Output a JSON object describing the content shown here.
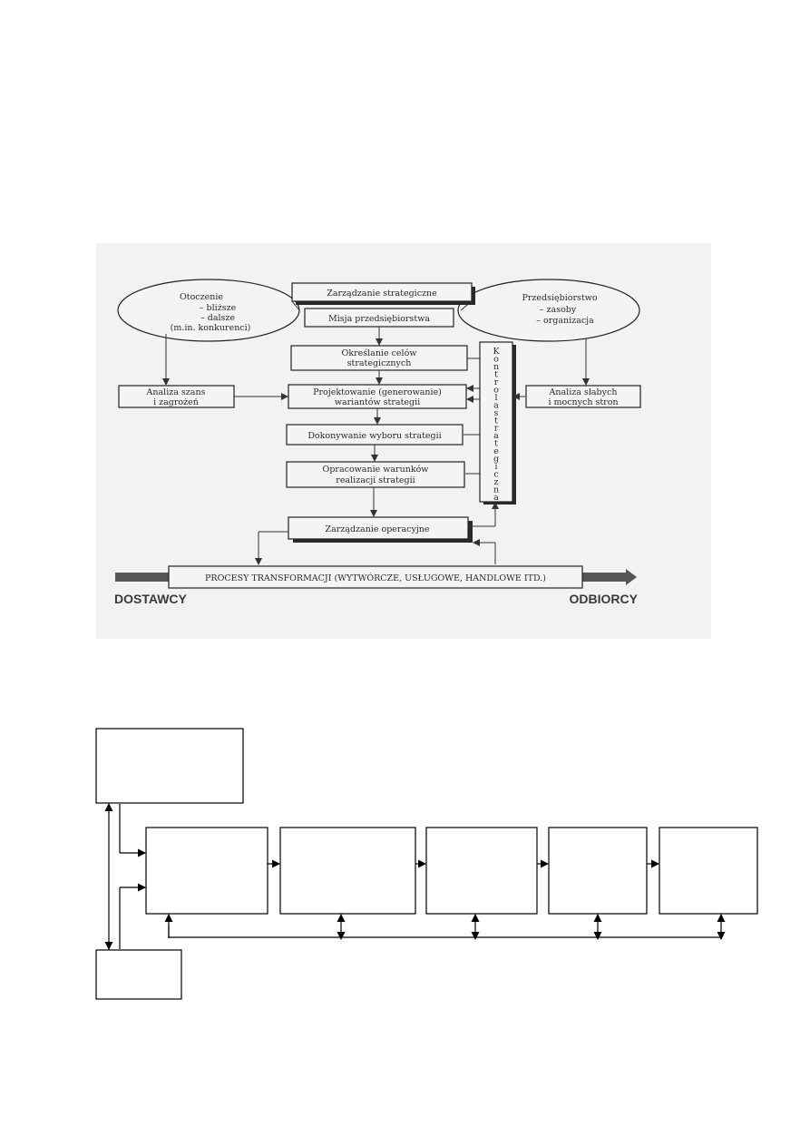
{
  "diagram1": {
    "top": "Zarządzanie strategiczne",
    "mission": "Misja przedsiębiorstwa",
    "env": {
      "title": "Otoczenie",
      "l1": "– bliższe",
      "l2": "– dalsze",
      "l3": "(m.in. konkurenci)"
    },
    "ent": {
      "title": "Przedsiębiorstwo",
      "l1": "– zasoby",
      "l2": "– organizacja"
    },
    "goals": {
      "l1": "Określanie celów",
      "l2": "strategicznych"
    },
    "design": {
      "l1": "Projektowanie (generowanie)",
      "l2": "wariantów strategii"
    },
    "choice": "Dokonywanie wyboru strategii",
    "impl": {
      "l1": "Opracowanie warunków",
      "l2": "realizacji strategii"
    },
    "threats": {
      "l1": "Analiza szans",
      "l2": "i zagrożeń"
    },
    "swot": {
      "l1": "Analiza słabych",
      "l2": "i mocnych stron"
    },
    "control": [
      "K",
      "o",
      "n",
      "t",
      "r",
      "o",
      "l",
      "a",
      "s",
      "t",
      "r",
      "a",
      "t",
      "e",
      "g",
      "i",
      "c",
      "z",
      "n",
      "a"
    ],
    "operational": "Zarządzanie operacyjne",
    "processes": "PROCESY TRANSFORMACJI (WYTWÓRCZE, USŁUGOWE, HANDLOWE ITD.)",
    "suppliers": "DOSTAWCY",
    "customers": "ODBIORCY"
  }
}
